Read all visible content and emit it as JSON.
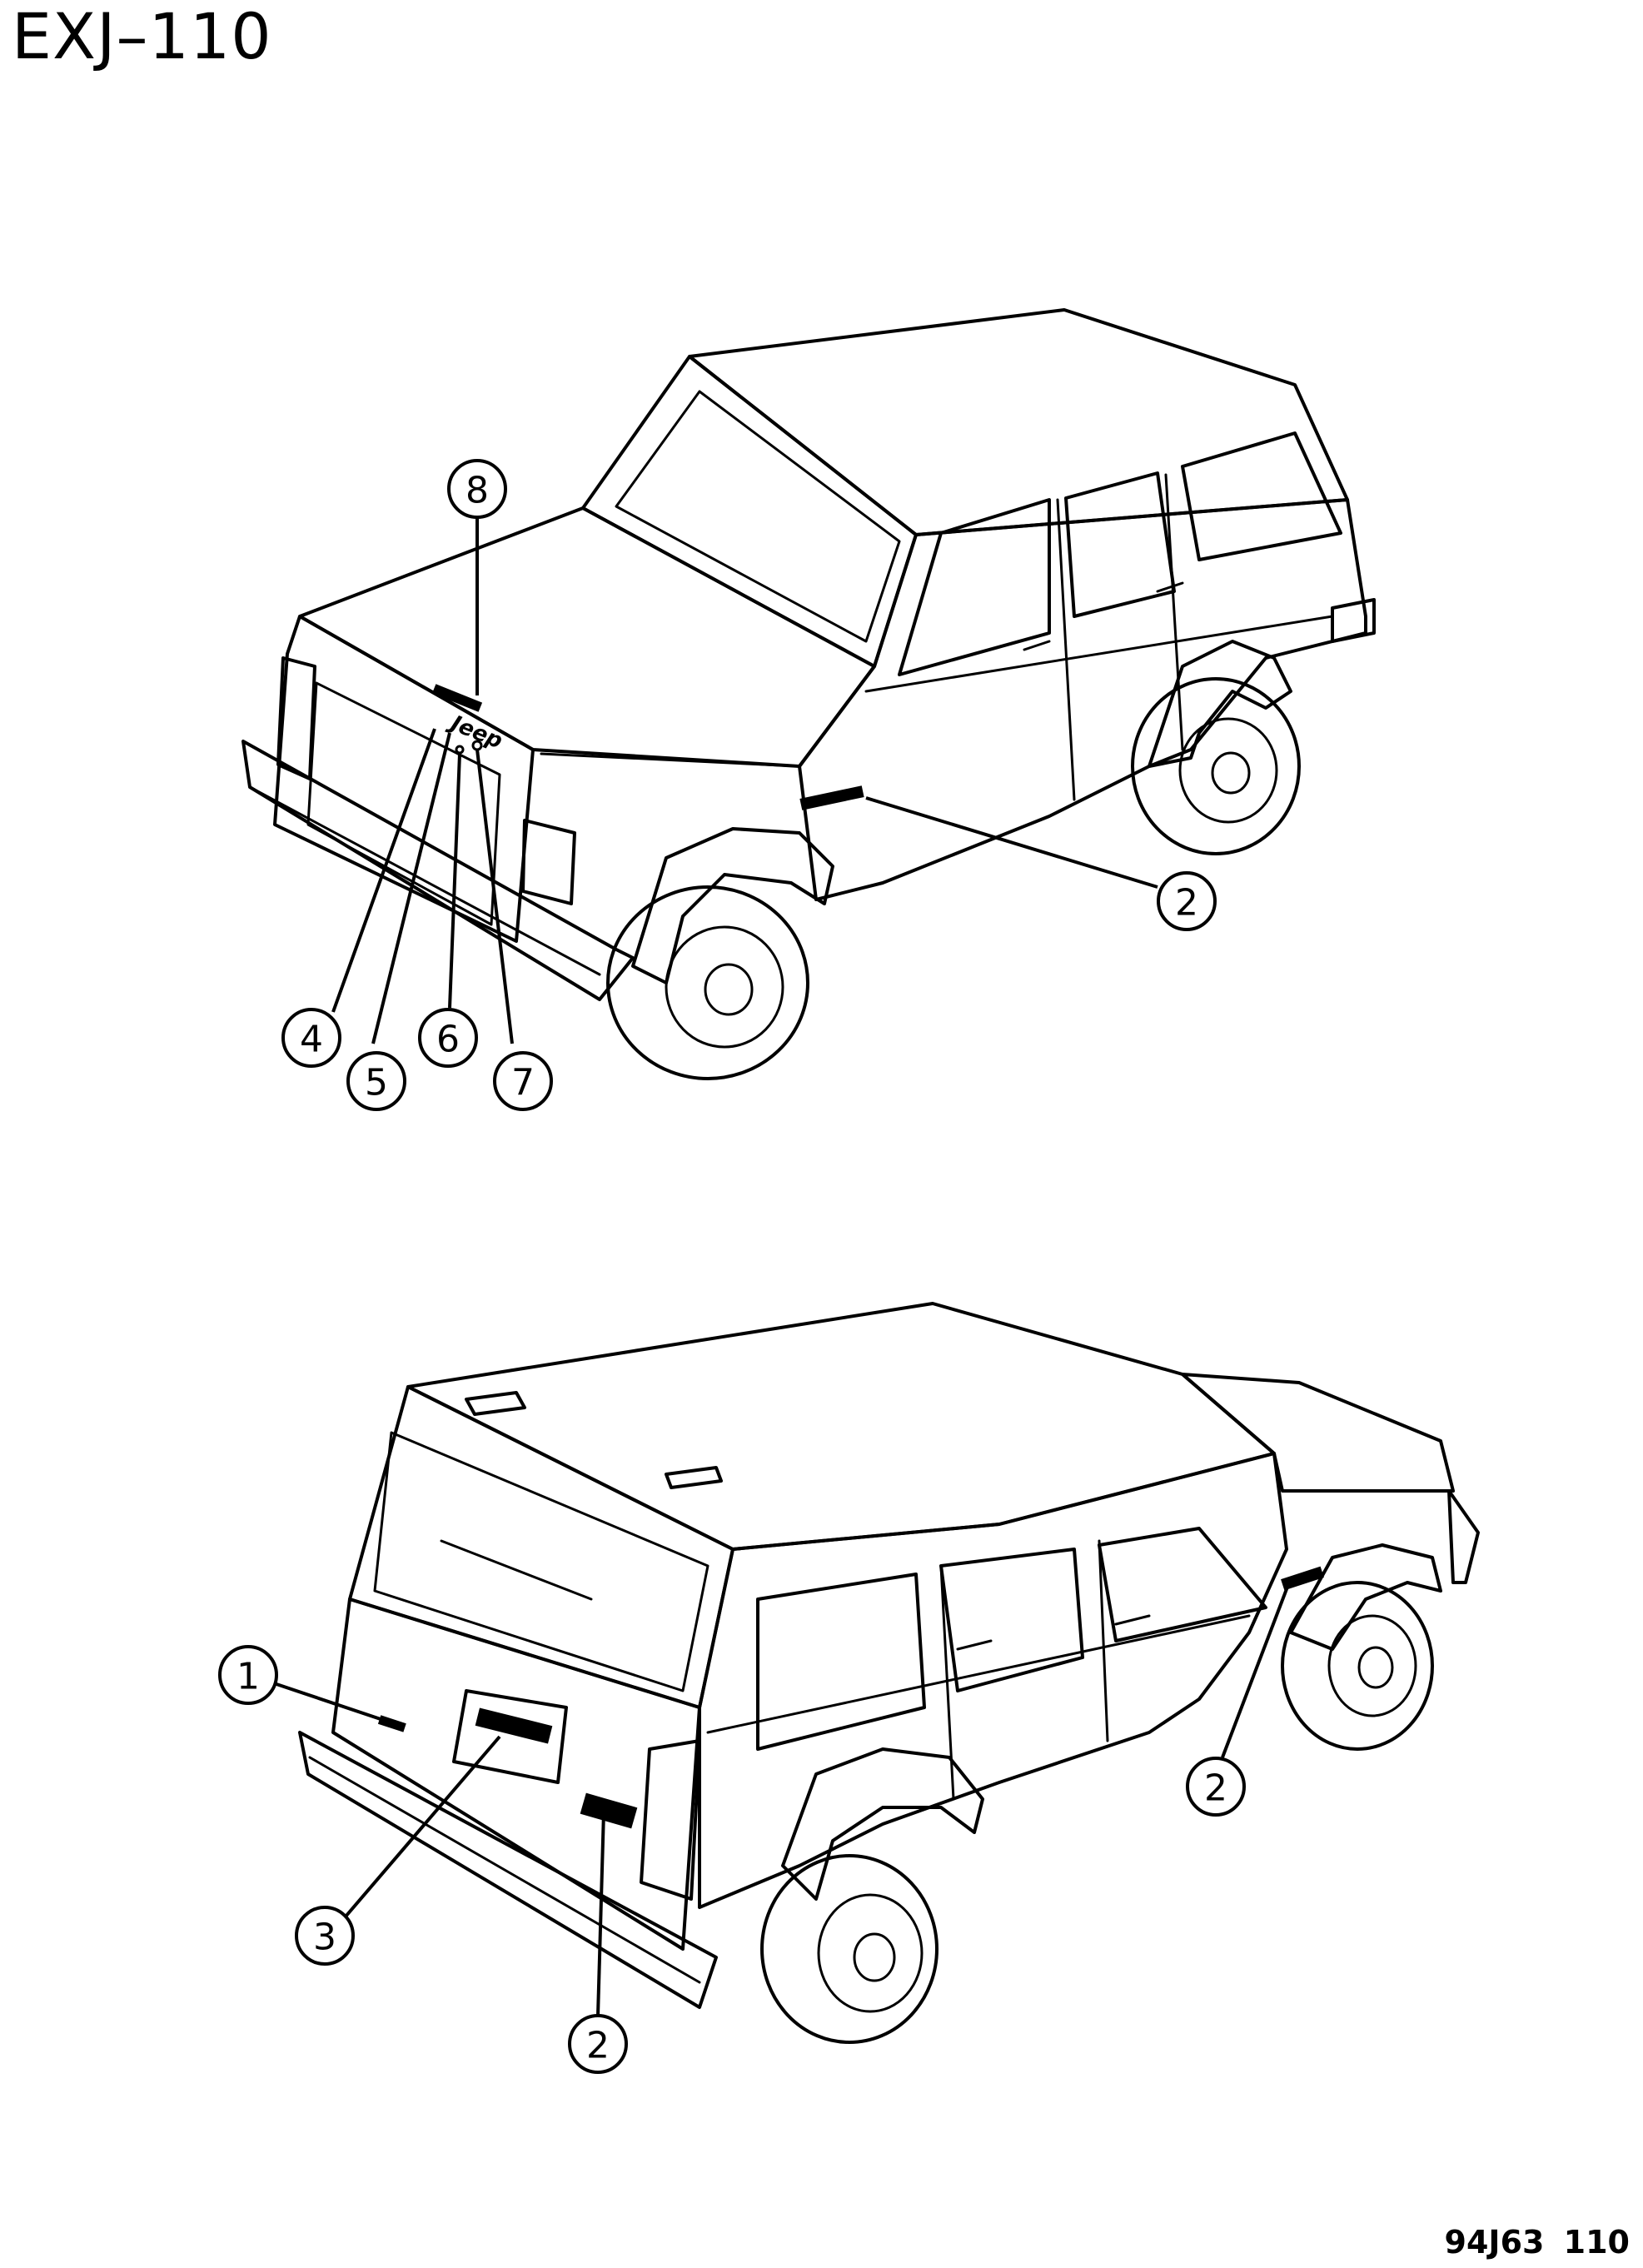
{
  "header": {
    "code": "EXJ–110"
  },
  "footer": {
    "code": "94J63 110"
  },
  "front_view": {
    "badge_text": "Jeep",
    "callouts": [
      "8",
      "2",
      "4",
      "5",
      "6",
      "7"
    ]
  },
  "rear_view": {
    "callouts": [
      "1",
      "3",
      "2",
      "2"
    ]
  }
}
